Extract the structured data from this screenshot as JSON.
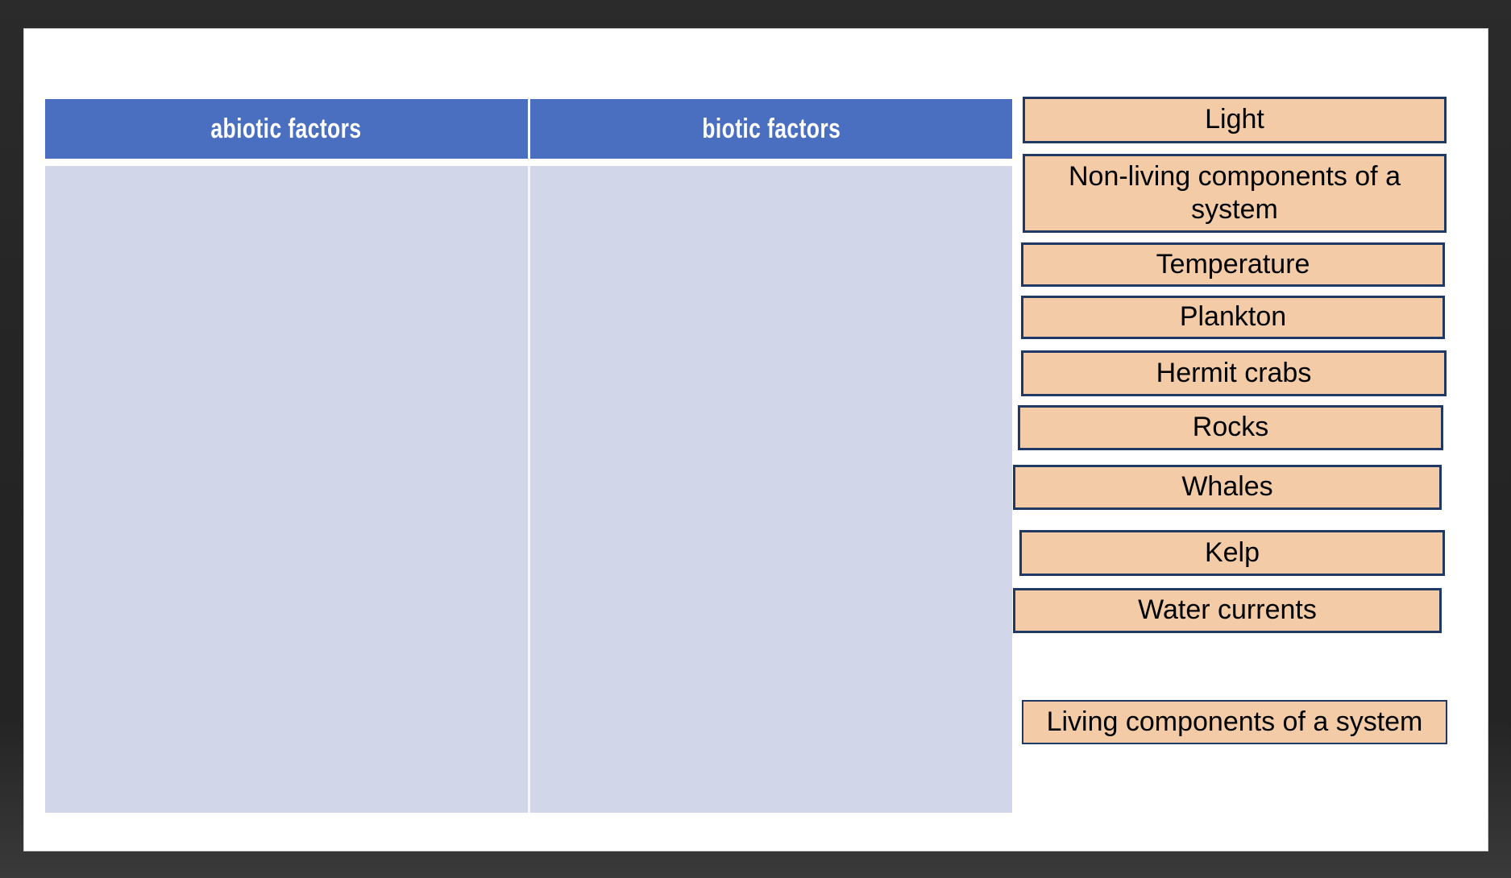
{
  "colors": {
    "frame_bg": "#262626",
    "page_bg": "#ffffff",
    "header_blue": "#4a6fc1",
    "body_lavender": "#d1d6e8",
    "tile_fill": "#f3cba7",
    "tile_border": "#1f3864",
    "header_text": "#ffffff",
    "tile_text": "#000000"
  },
  "table": {
    "columns": [
      {
        "header": "abiotic factors"
      },
      {
        "header": "biotic factors"
      }
    ]
  },
  "tiles": [
    {
      "text": "Light"
    },
    {
      "text": "Non-living components of a system"
    },
    {
      "text": "Temperature"
    },
    {
      "text": "Plankton"
    },
    {
      "text": "Hermit crabs"
    },
    {
      "text": "Rocks"
    },
    {
      "text": "Whales"
    },
    {
      "text": "Kelp"
    },
    {
      "text": "Water currents"
    },
    {
      "text": "Living components of a system"
    }
  ]
}
